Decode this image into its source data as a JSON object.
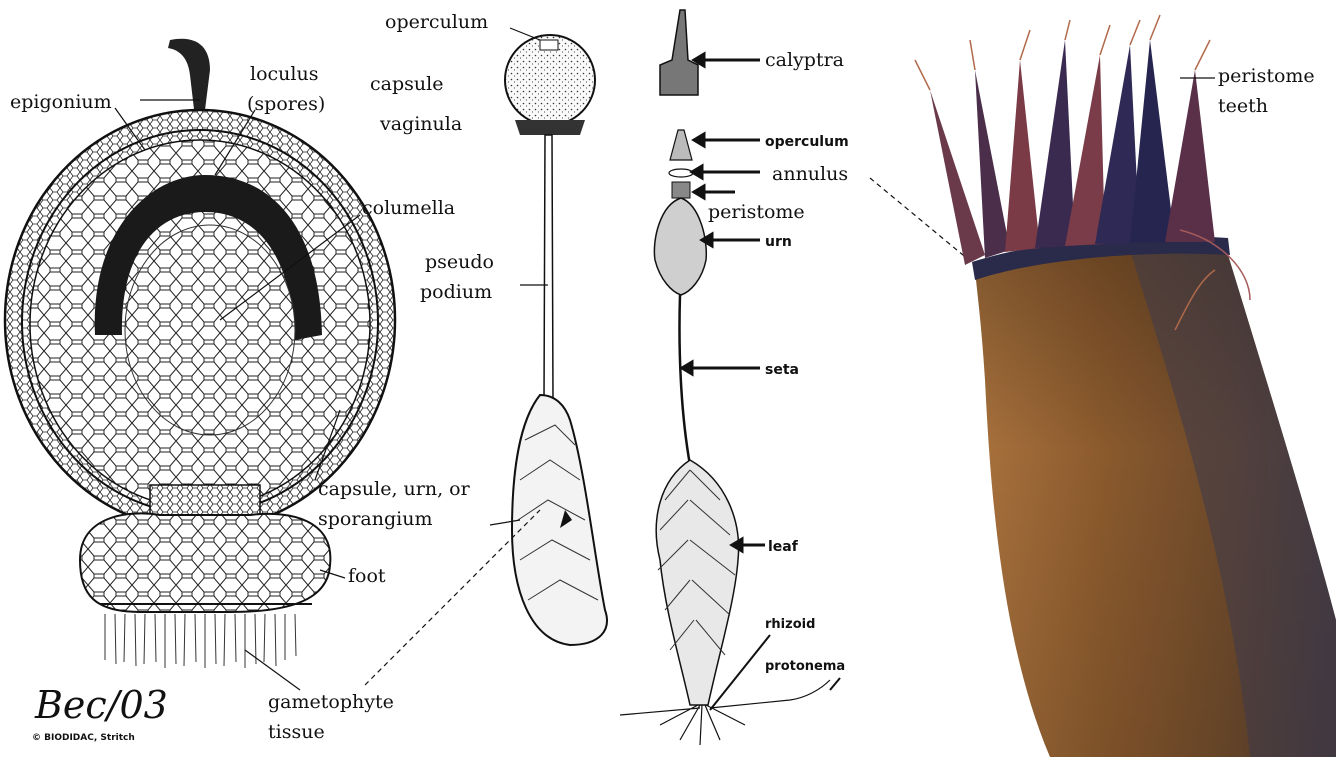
{
  "labels": {
    "operculum_top": "operculum",
    "capsule": "capsule",
    "vaginula": "vaginula",
    "loculus": "loculus",
    "spores": "(spores)",
    "epigonium": "epigonium",
    "columella": "columella",
    "pseudo": "pseudo",
    "podium": "podium",
    "capsule_urn_1": "capsule, urn, or",
    "capsule_urn_2": "sporangium",
    "foot": "foot",
    "gametophyte_1": "gametophyte",
    "gametophyte_2": "tissue",
    "calyptra": "calyptra",
    "operculum_bold": "operculum",
    "annulus": "annulus",
    "peristome": "peristome",
    "urn": "urn",
    "seta": "seta",
    "leaf": "leaf",
    "rhizoid": "rhizoid",
    "protonema": "protonema",
    "peristome_teeth_1": "peristome",
    "peristome_teeth_2": "teeth"
  },
  "signature": "Bec/03",
  "credit": "© BIODIDAC, Stritch",
  "colors": {
    "ink": "#111111",
    "spore_band": "#1a1a1a",
    "photo_brown": "#8a5a2c",
    "photo_dark": "#3a2a4a",
    "teeth_red": "#9a3a3a",
    "urn_gray": "#cfcfcf"
  }
}
